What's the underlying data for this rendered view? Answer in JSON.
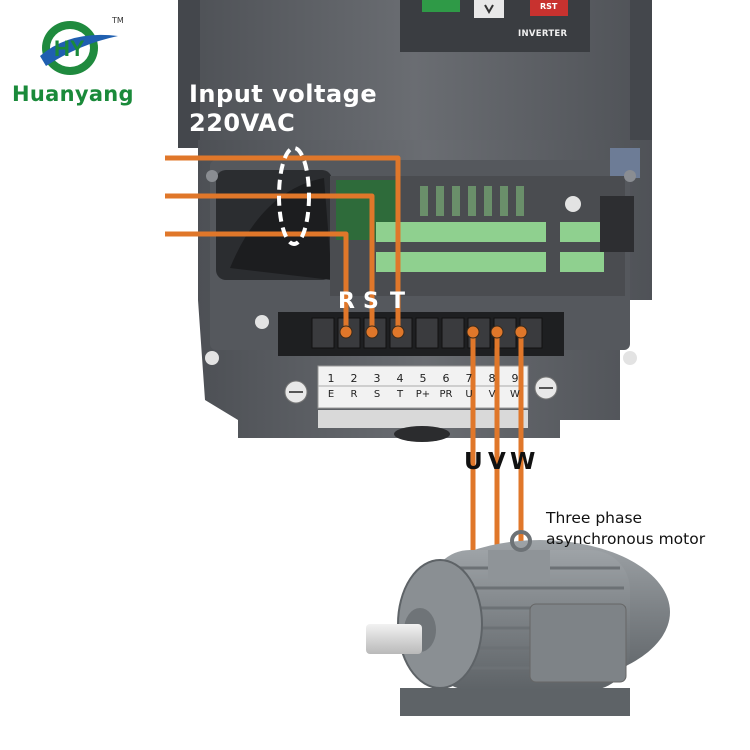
{
  "brand": {
    "name": "Huanyang",
    "trademark": "TM"
  },
  "colors": {
    "wire": "#e0772a",
    "housing": "#5b5e63",
    "logo_green": "#1a8a3a",
    "logo_blue": "#1f5fb0"
  },
  "inverter": {
    "panel_label": "INVERTER",
    "button_rst": "RST",
    "input_voltage_line1": "Input voltage",
    "input_voltage_line2": "220VAC",
    "input_terminals": [
      "R",
      "S",
      "T"
    ],
    "terminal_strip": {
      "numbers": [
        "1",
        "2",
        "3",
        "4",
        "5",
        "6",
        "7",
        "8",
        "9"
      ],
      "labels": [
        "E",
        "R",
        "S",
        "T",
        "P+",
        "PR",
        "U",
        "V",
        "W"
      ]
    }
  },
  "output": {
    "terminals": [
      "U",
      "V",
      "W"
    ]
  },
  "motor": {
    "label_line1": "Three phase",
    "label_line2": "asynchronous motor"
  },
  "icons": [
    "huanyang-logo-icon",
    "fan-icon",
    "screw-icon",
    "terminal-screw-icon"
  ]
}
